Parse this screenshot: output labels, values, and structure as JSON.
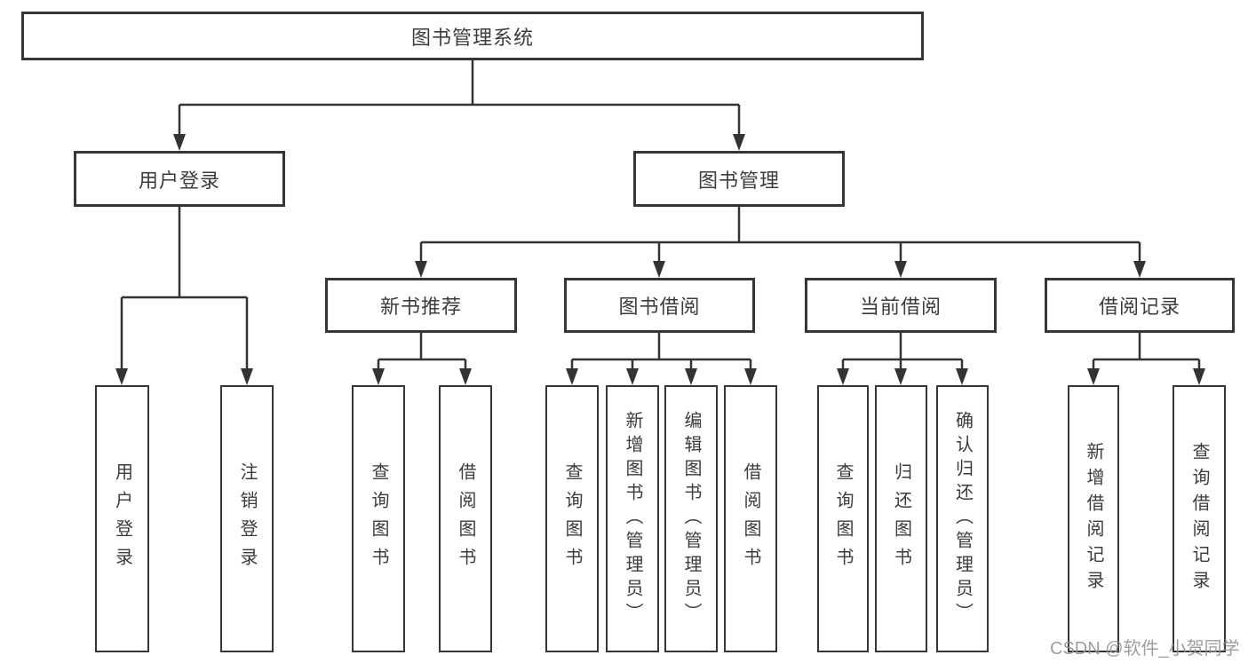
{
  "tree": {
    "root": "图书管理系统",
    "branches": [
      {
        "label": "用户登录",
        "children": [
          "用户登录",
          "注销登录"
        ]
      },
      {
        "label": "图书管理",
        "children": [
          {
            "label": "新书推荐",
            "children": [
              "查询图书",
              "借阅图书"
            ]
          },
          {
            "label": "图书借阅",
            "children": [
              "查询图书",
              "新增图书（管理员）",
              "编辑图书（管理员）",
              "借阅图书"
            ]
          },
          {
            "label": "当前借阅",
            "children": [
              "查询图书",
              "归还图书",
              "确认归还（管理员）"
            ]
          },
          {
            "label": "借阅记录",
            "children": [
              "新增借阅记录",
              "查询借阅记录"
            ]
          }
        ]
      }
    ]
  },
  "colors": {
    "line": "#333333",
    "border": "#363636",
    "text": "#3c3c3c",
    "watermark": "#949494"
  },
  "watermark": "CSDN @软件_小贺同学"
}
